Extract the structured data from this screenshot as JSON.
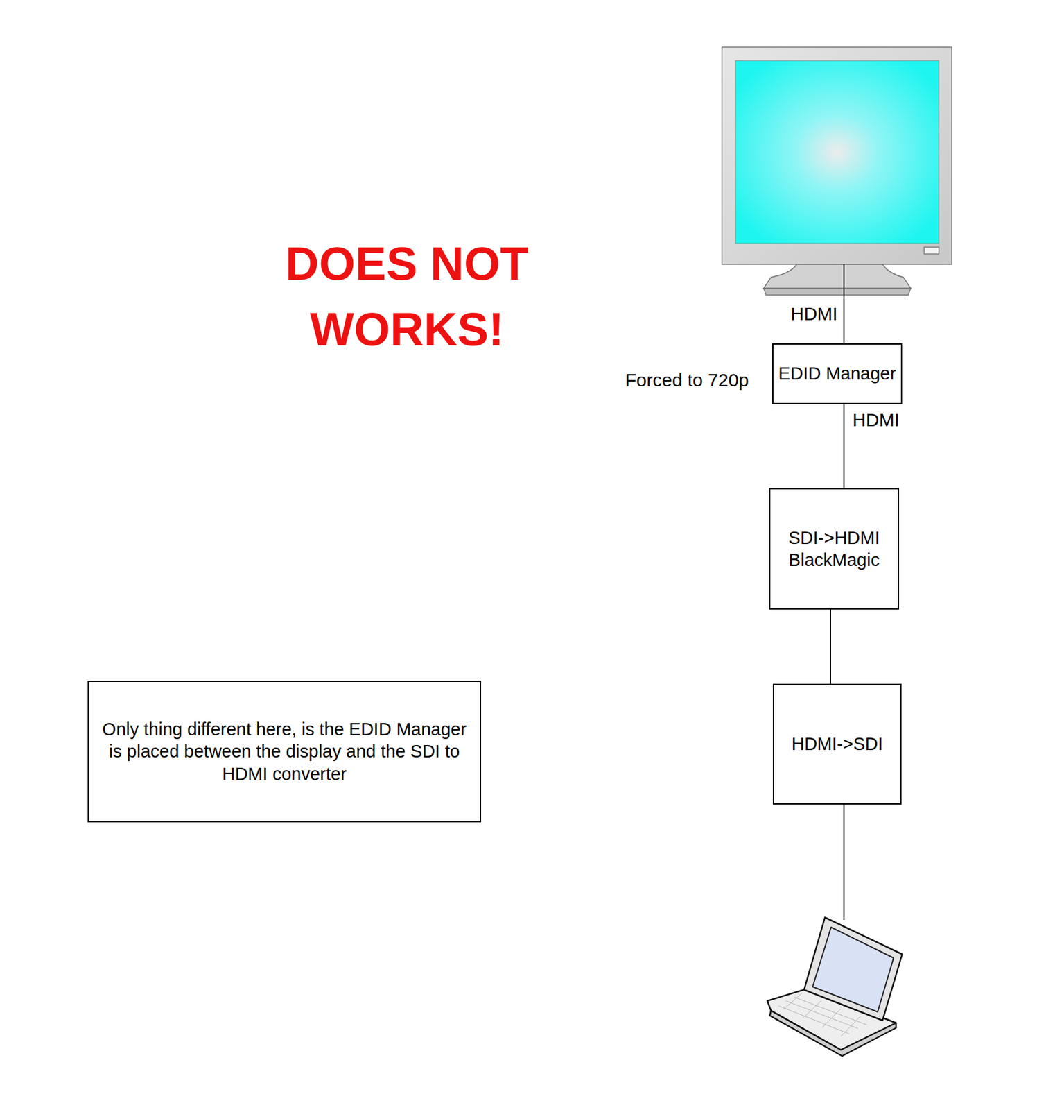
{
  "diagram": {
    "title": "DOES NOT WORKS!",
    "nodes": [
      {
        "text": [
          "EDID Manager"
        ]
      },
      {
        "text": [
          "SDI->HDMI BlackMagic"
        ]
      },
      {
        "text": [
          "HDMI->SDI"
        ]
      },
      {
        "text": [
          "Only thing different here, is the EDID Manager is placed between the display and the SDI to HDMI converter"
        ]
      }
    ],
    "edges": [
      {
        "from": 0,
        "to": 1,
        "label": "HDMI",
        "arrow": "none"
      },
      {
        "from": 1,
        "to": 2,
        "arrow": "none"
      }
    ],
    "labels": [
      "HDMI",
      "Forced to 720p"
    ]
  }
}
